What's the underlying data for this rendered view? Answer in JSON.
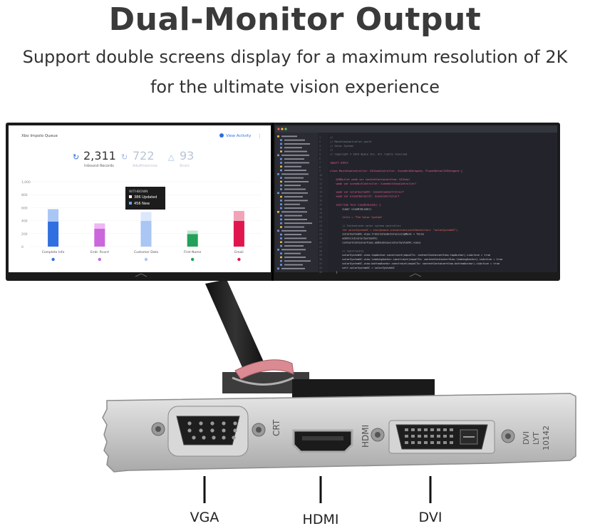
{
  "header": {
    "title": "Dual-Monitor Output",
    "subtitle_line1": "Support double screens display for a maximum resolution of 2K",
    "subtitle_line2": "for the ultimate vision experience"
  },
  "left_screen": {
    "app_title": "Xbo Impolo Queue",
    "view_activity": "View Activity",
    "stats": [
      {
        "value": "2,311",
        "label": "Inbound Records"
      },
      {
        "value": "722",
        "label": "Adulthoonnoa"
      },
      {
        "value": "93",
        "label": "Snorc"
      }
    ],
    "y_ticks": [
      "1,000",
      "800",
      "600",
      "400",
      "200",
      "0"
    ],
    "categories": [
      "Complete Info",
      "Endr. Rcord",
      "Customer Data",
      "First Name",
      "Email"
    ],
    "tooltip": {
      "heading": "WITHBONIN",
      "row1": "386 Updated",
      "row2": "456 New"
    },
    "bars": [
      {
        "base": 0.7,
        "top": 0.35,
        "base_color": "#2f6fe0",
        "top_color": "#a9c6f5"
      },
      {
        "base": 0.5,
        "top": 0.15,
        "base_color": "#cc66dd",
        "top_color": "#ecb7f3"
      },
      {
        "base": 0.72,
        "top": 0.25,
        "base_color": "#a9c6f5",
        "top_color": "#dbe7fb"
      },
      {
        "base": 0.35,
        "top": 0.1,
        "base_color": "#22a15a",
        "top_color": "#bfe6cf"
      },
      {
        "base": 0.72,
        "top": 0.28,
        "base_color": "#e0174e",
        "top_color": "#f3a3b8"
      }
    ]
  },
  "right_screen": {
    "code_lines": [
      "//",
      "// MainViewController.swift",
      "// Solar System",
      "//",
      "// Copyright © 2019 Apple Inc. All rights reserved.",
      "",
      "import UIKit",
      "",
      "class MainViewController: UIViewController, SceneKitDelegate, PlanetDetailVCDelegate {",
      "",
      "    @IBOutlet weak var contentContainerView: UIView!",
      "    weak var sceneKitController: SceneKitViewController?",
      "",
      "    weak var solarSystemVC: SceneViewController?",
      "    weak var planetDetailVC: SceneController?",
      "",
      "    override func viewDidLoad() {",
      "        super.viewDidLoad()",
      "",
      "        title = \"The Solar System\"",
      "",
      "        // Instantiate solar system controller",
      "        let solarSystemVC = storyboard.instantiate(withIdentifier: \"solarSystemVC\")",
      "        solarSystemVC.view.translatesAutoresizingMask = false",
      "        addChild(solarSystemVC)",
      "        contentContainerView.addSubview(solarSystemVC.view)",
      "",
      "        // Constraints",
      "        solarSystemVC.view.topAnchor.constraint(equalTo: contentContainerView.topAnchor).isActive = true",
      "        solarSystemVC.view.leadingAnchor.constraint(equalTo: contentContainerView.leadingAnchor).isActive = true",
      "        solarSystemVC.view.bottomAnchor.constraint(equalTo: contentContainerView.bottomAnchor).isActive = true",
      "        self.solarSystemVC = solarSystemVC",
      "    }"
    ]
  },
  "ports": {
    "vga": "VGA",
    "hdmi": "HDMI",
    "dvi": "DVI"
  },
  "bracket_text": {
    "left": "CRT",
    "middle": "HDMI",
    "right_a": "DVI",
    "right_b": "LYT",
    "right_c": "10142"
  },
  "colors": {
    "bezel": "#1b1b1b",
    "code_bg": "#23242b",
    "bracket": "#c8c8c8"
  }
}
